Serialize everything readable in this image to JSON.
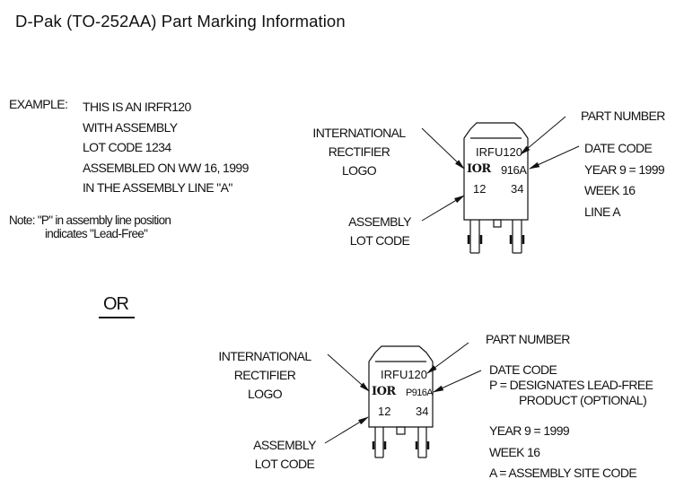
{
  "title": "D-Pak (TO-252AA) Part Marking Information",
  "example": {
    "label": "EXAMPLE:",
    "lines": [
      "THIS IS AN IRFR120",
      "WITH ASSEMBLY",
      "LOT CODE 1234",
      "ASSEMBLED ON WW 16, 1999",
      "IN THE ASSEMBLY LINE \"A\""
    ]
  },
  "note": {
    "line1": "Note: \"P\" in assembly line position",
    "line2": "indicates \"Lead-Free\""
  },
  "separator": "OR",
  "diagram1": {
    "logo_label": [
      "INTERNATIONAL",
      "RECTIFIER",
      "LOGO"
    ],
    "assembly_label": [
      "ASSEMBLY",
      "LOT CODE"
    ],
    "part_number_label": "PART NUMBER",
    "date_code_lines": [
      "DATE CODE",
      "YEAR 9 = 1999",
      "WEEK 16",
      "LINE A"
    ],
    "chip": {
      "part": "IRFU120",
      "logo": "IOR",
      "date": "916A",
      "lot_left": "12",
      "lot_right": "34"
    }
  },
  "diagram2": {
    "logo_label": [
      "INTERNATIONAL",
      "RECTIFIER",
      "LOGO"
    ],
    "assembly_label": [
      "ASSEMBLY",
      "LOT CODE"
    ],
    "part_number_label": "PART NUMBER",
    "date_code_lines": [
      "DATE CODE",
      "P = DESIGNATES LEAD-FREE",
      "PRODUCT (OPTIONAL)",
      "YEAR 9 = 1999",
      "WEEK 16",
      "A = ASSEMBLY SITE CODE"
    ],
    "chip": {
      "part": "IRFU120",
      "logo": "IOR",
      "date": "P916A",
      "lot_left": "12",
      "lot_right": "34"
    }
  }
}
